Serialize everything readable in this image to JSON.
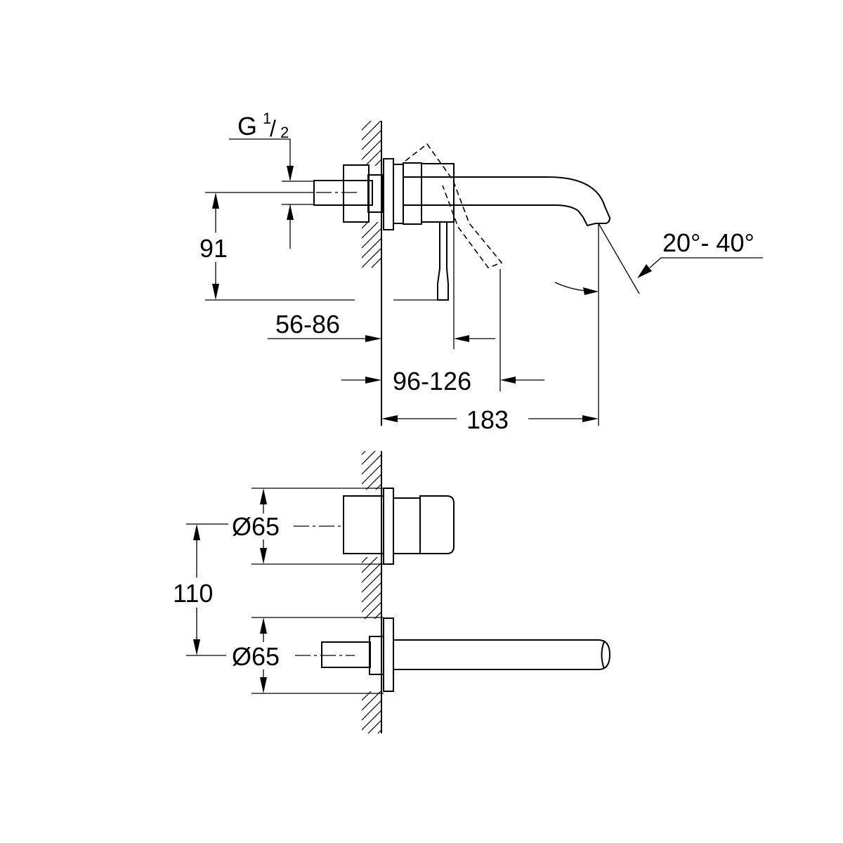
{
  "top_view": {
    "thread_main": "G",
    "thread_num": "1",
    "thread_sep": "/",
    "thread_den": "2",
    "height_label": "91",
    "depth_label": "56-86",
    "lever_label": "96-126",
    "spout_label": "183",
    "angle_label": "20°- 40°"
  },
  "bottom_view": {
    "dia_top_label": "Ø65",
    "spacing_label": "110",
    "dia_bottom_label": "Ø65"
  }
}
